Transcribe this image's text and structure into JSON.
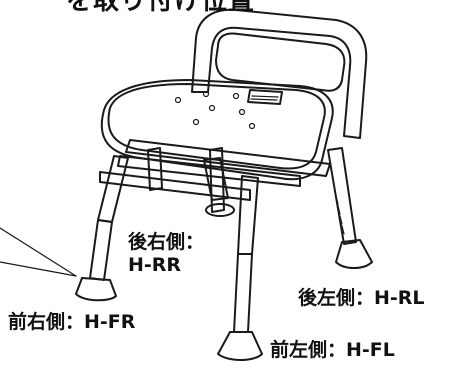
{
  "title": "を取り付け位置",
  "labels": {
    "rear_right": "後右側：",
    "rear_right_code": "H-RR",
    "rear_left": "後左側：H-RL",
    "front_right": "前右側：H-FR",
    "front_left": "前左側：H-FL"
  },
  "colors": {
    "seat_fill": "#8a8a8a",
    "frame_fill": "#ffffff",
    "outline": "#1a1a1a",
    "backrest_fill": "#8a8a8a"
  }
}
